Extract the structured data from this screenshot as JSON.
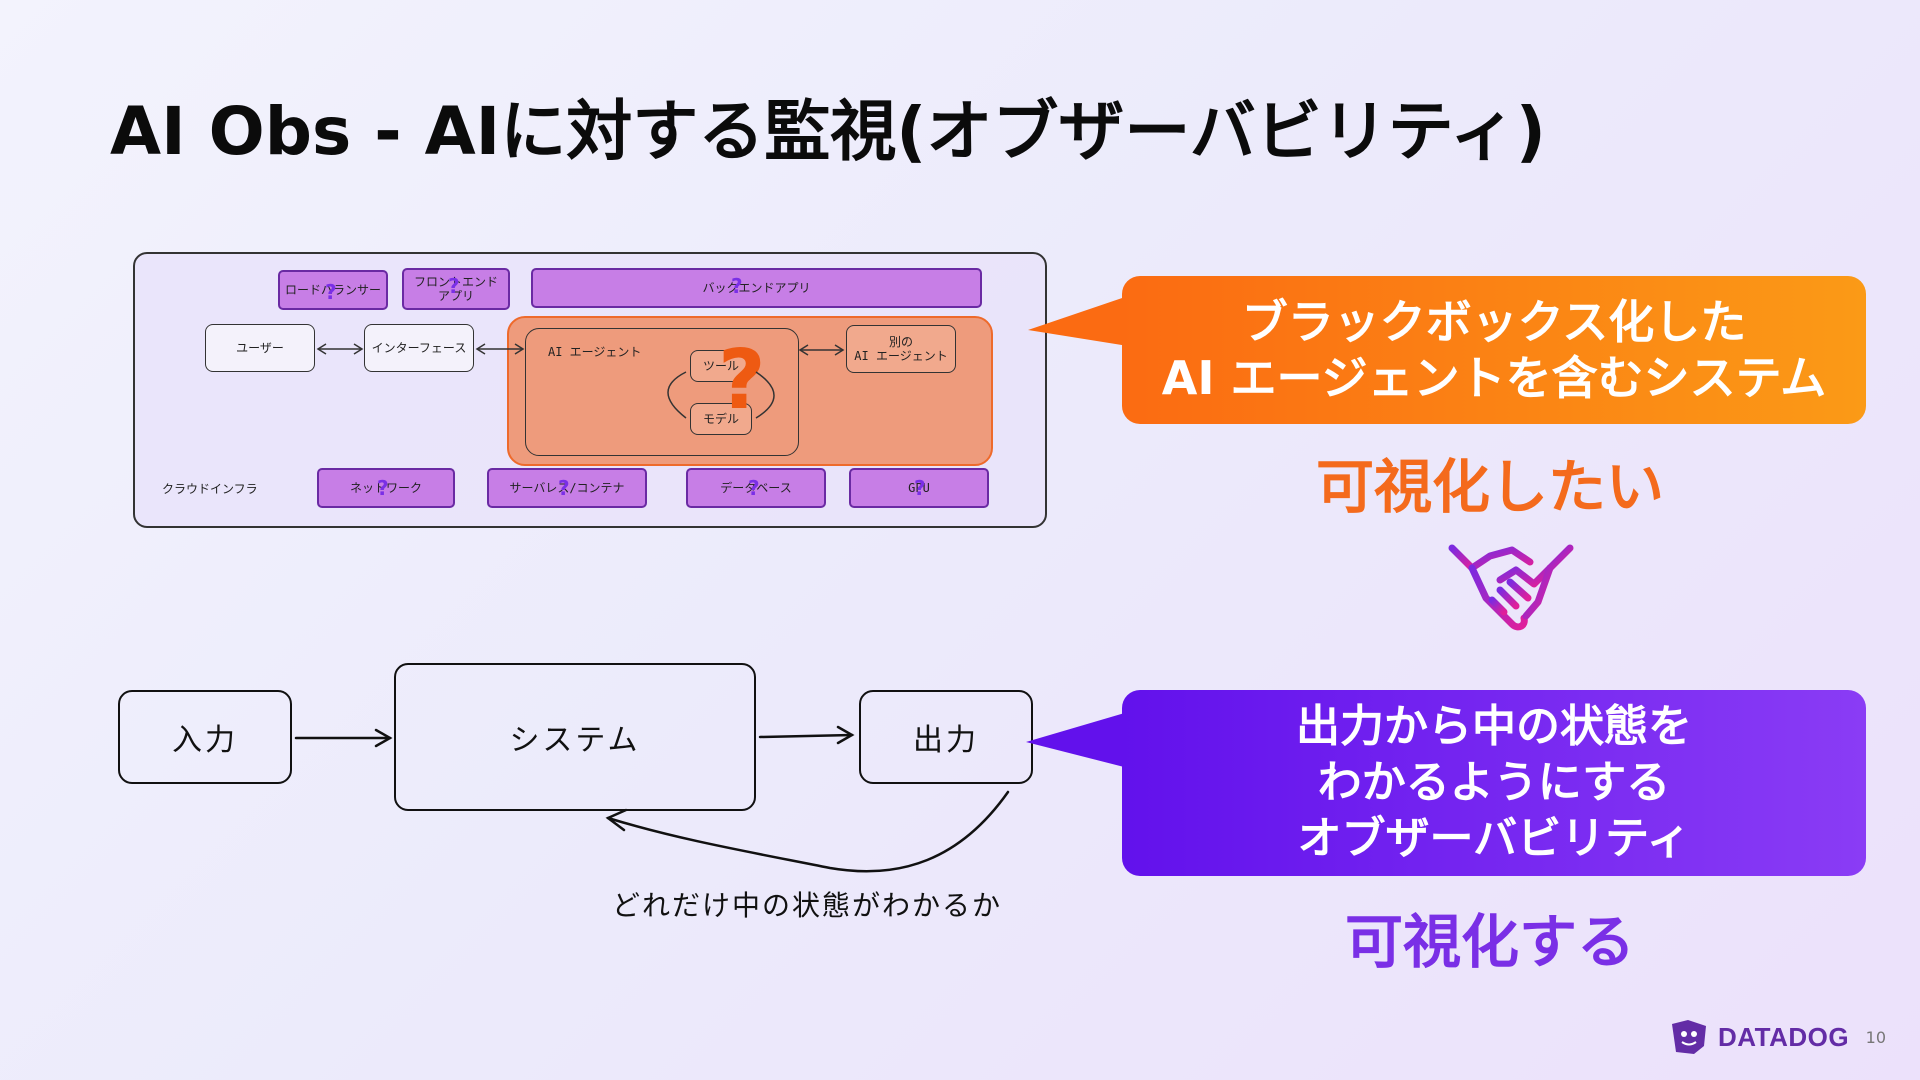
{
  "slide": {
    "title": "AI Obs - AIに対する監視(オブザーバビリティ)",
    "page_number": "10",
    "logo_text": "DATADOG"
  },
  "architecture": {
    "load_balancer": "ロードバランサー",
    "frontend": "フロントエンド\nアプリ",
    "backend": "バックエンドアプリ",
    "user": "ユーザー",
    "interface": "インターフェース",
    "ai_agent": "AI エージェント",
    "tool": "ツール",
    "model": "モデル",
    "other_agent": "別の\nAI エージェント",
    "cloud_infra": "クラウドインフラ",
    "network": "ネットワーク",
    "serverless": "サーバレス/コンテナ",
    "database": "データベース",
    "gpu": "GPU",
    "question_mark": "?"
  },
  "system_flow": {
    "input": "入力",
    "system": "システム",
    "output": "出力",
    "feedback": "どれだけ中の状態がわかるか"
  },
  "callouts": {
    "orange_lines": [
      "ブラックボックス化した",
      "AI エージェントを含むシステム"
    ],
    "orange_lead": "可視化したい",
    "purple_lines": [
      "出力から中の状態を",
      "わかるようにする",
      "オブザーバビリティ"
    ],
    "purple_lead": "可視化する"
  },
  "icons": {
    "handshake": "handshake-icon",
    "logo": "datadog-dog-icon"
  },
  "colors": {
    "orange": "#fb6b12",
    "purple": "#6211ec",
    "box_purple": "#c77ee6",
    "agent_area": "#ee9b7c"
  }
}
